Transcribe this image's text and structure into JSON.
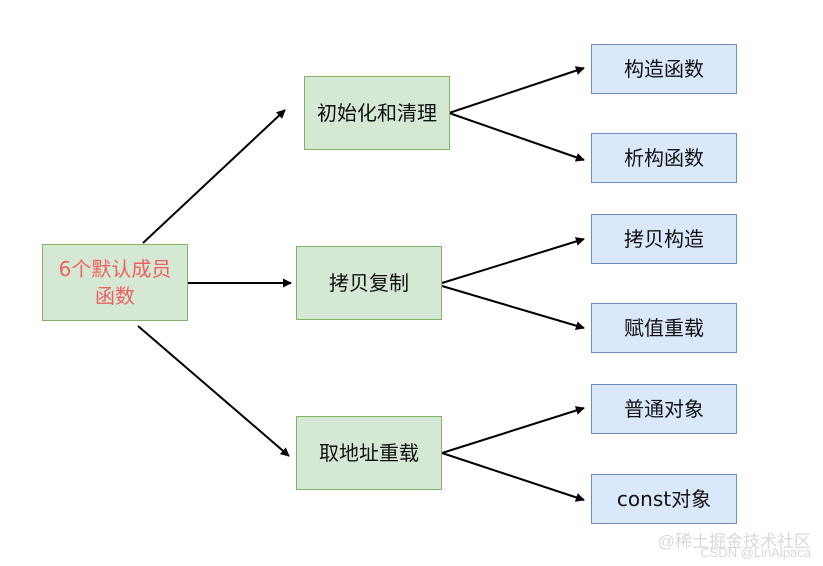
{
  "root": {
    "line1": "6个默认成员",
    "line2": "函数",
    "text_color": "#f06060"
  },
  "categories": [
    {
      "label": "初始化和清理",
      "children": [
        "构造函数",
        "析构函数"
      ]
    },
    {
      "label": "拷贝复制",
      "children": [
        "拷贝构造",
        "赋值重载"
      ]
    },
    {
      "label": "取地址重载",
      "children": [
        "普通对象",
        "const对象"
      ]
    }
  ],
  "colors": {
    "green_fill": "#d5e8d4",
    "green_stroke": "#82b366",
    "blue_fill": "#dae8fc",
    "blue_stroke": "#6c8ebf",
    "arrow": "#000000"
  },
  "watermark": {
    "line1": "@稀土掘金技术社区",
    "line2": "CSDN @LinAlpaca"
  }
}
